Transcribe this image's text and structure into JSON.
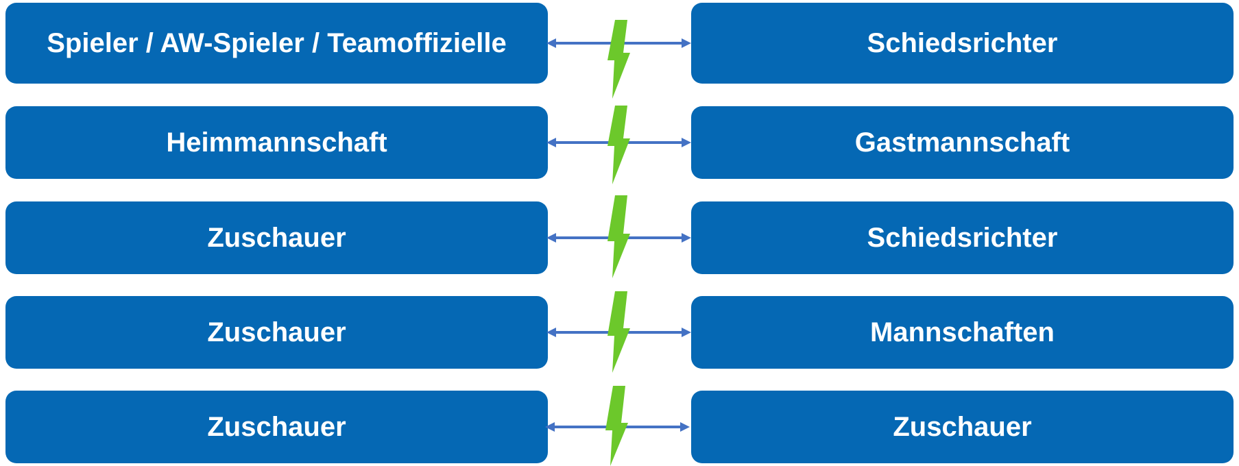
{
  "colors": {
    "box_fill": "#0568b4",
    "box_text": "#ffffff",
    "arrow": "#4472c4",
    "lightning": "#6cc82b"
  },
  "icons": {
    "conflict": "lightning-bolt-icon",
    "relation": "double-headed-arrow-icon"
  },
  "pairs": [
    {
      "left": "Spieler / AW-Spieler / Teamoffizielle",
      "right": "Schiedsrichter"
    },
    {
      "left": "Heimmannschaft",
      "right": "Gastmannschaft"
    },
    {
      "left": "Zuschauer",
      "right": "Schiedsrichter"
    },
    {
      "left": "Zuschauer",
      "right": "Mannschaften"
    },
    {
      "left": "Zuschauer",
      "right": "Zuschauer"
    }
  ]
}
